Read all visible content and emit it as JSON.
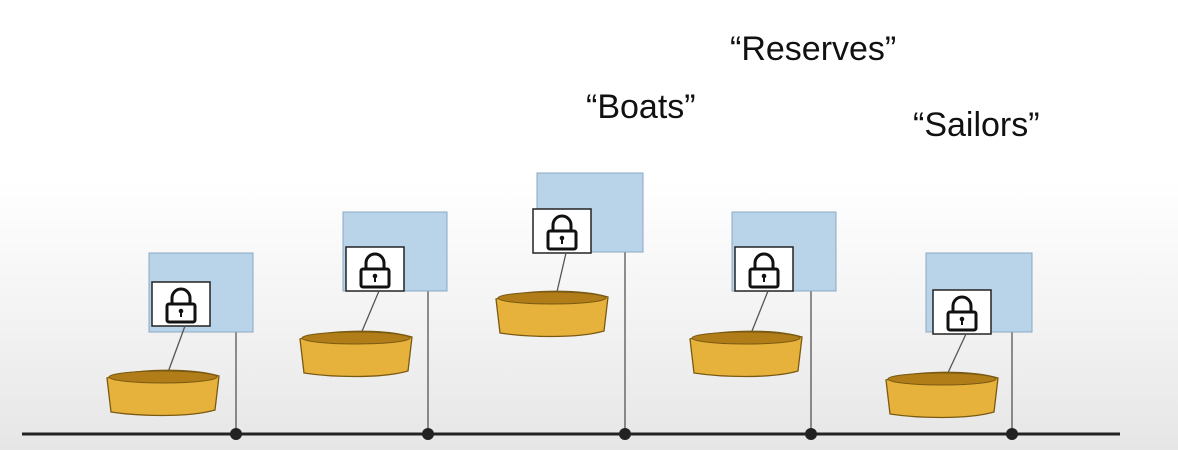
{
  "labels": {
    "reserves": "“Reserves”",
    "boats": "“Boats”",
    "sailors": "“Sailors”"
  },
  "nodes": [
    {
      "id": "node-1",
      "has_lock": true,
      "has_disk": true
    },
    {
      "id": "node-2",
      "has_lock": true,
      "has_disk": true
    },
    {
      "id": "node-3",
      "has_lock": true,
      "has_disk": true
    },
    {
      "id": "node-4",
      "has_lock": true,
      "has_disk": true
    },
    {
      "id": "node-5",
      "has_lock": true,
      "has_disk": true
    }
  ],
  "colors": {
    "box_fill": "#b9d3e8",
    "box_stroke": "#8aa9c4",
    "disk_fill": "#e7b23b",
    "disk_top": "#b07d18",
    "disk_stroke": "#7a5a12",
    "line": "#555555",
    "bus": "#222222"
  },
  "icons": {
    "lock": "padlock-icon",
    "disk": "disk-drum-icon"
  }
}
